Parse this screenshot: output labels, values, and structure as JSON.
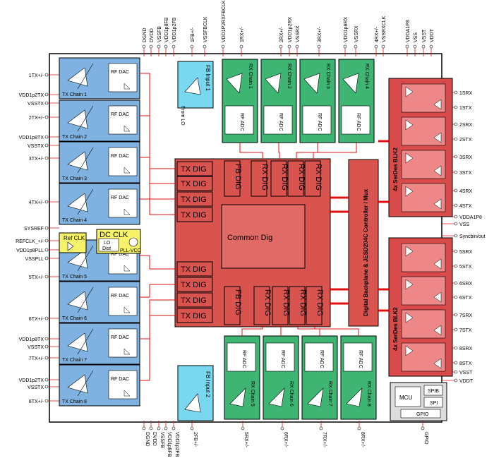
{
  "top_pins": [
    "DGND",
    "DVDD",
    "VSSFB",
    "VDD1p8FB",
    "VDD1p2FB",
    "1FB+/-",
    "VSSFBCLK",
    "VDD1P2RXFBCLK",
    "1RX+/-",
    "2RX+/-",
    "VDD1p2RX",
    "VSSRX",
    "3RX+/-",
    "VDD1p8RX",
    "VSSRX",
    "4RX+/-",
    "VSSRXCLK",
    "VDDA1P8",
    "VSS",
    "VSST",
    "VDDT"
  ],
  "bottom_pins": [
    "DGND",
    "DVDD",
    "VSSFB",
    "VDD1p8FB",
    "VDD1p2FB",
    "2FB+/-",
    "5RX+/-",
    "6RX+/-",
    "7RX+/-",
    "8RX+/-",
    "GPIO"
  ],
  "left_pins": [
    "1TX+/-",
    "VDD1p2TX",
    "VSSTX",
    "2TX+/-",
    "VDD1p8TX",
    "VSSTX",
    "3TX+/-",
    "4TX+/-",
    "SYSREF",
    "REFCLK_+/-",
    "VDD1p8PLL",
    "VSSPLL",
    "5TX+/-",
    "6TX+/-",
    "VDD1p8TX",
    "VSSTX",
    "7TX+/-",
    "VDD1p2TX",
    "VSSTX",
    "8TX+/-"
  ],
  "right_pins": [
    "1SRX",
    "1STX",
    "2SRX",
    "2STX",
    "3SRX",
    "3STX",
    "4SRX",
    "4STX",
    "VDDA1P8",
    "VSS",
    "Syncbin/out",
    "5SRX",
    "5STX",
    "6SRX",
    "6STX",
    "7SRX",
    "7STX",
    "8SRX",
    "8STX",
    "VSST",
    "VDDT"
  ],
  "tx_chains": [
    "TX Chain 1",
    "TX Chain 2",
    "TX Chain 3",
    "TX Chain 4",
    "TX Chain 5",
    "TX Chain 6",
    "TX Chain 7",
    "TX Chain 8"
  ],
  "rf_dac": "RF DAC",
  "rf_adc": "RF ADC",
  "rx_chains_top": [
    "RX Chain 1",
    "RX Chain 2",
    "RX Chain 3",
    "RX Chain 4"
  ],
  "rx_chains_bottom": [
    "RX Chain 5",
    "RX Chain 6",
    "RX Chain 7",
    "RX Chain 8"
  ],
  "fb_inputs": [
    "FB Input 1",
    "FB Input 2"
  ],
  "from_lo": "From LO",
  "ref_clk": "Ref CLK",
  "dc_clk": "DC CLK",
  "lo_dist": "LO\nDist",
  "pll_vco": "PLL-VCO",
  "tx_dig": "TX DIG",
  "rx_dig": "RX DIG",
  "fb_dig": "FB DIG",
  "common_dig": "Common Dig",
  "backplane": "Digital Backplane & JESD204C Controller / Mux",
  "serdes": [
    "4x SerDes BLK2",
    "4x SerDes BLK2"
  ],
  "mcu": "MCU",
  "spib": "SPIB",
  "spi": "SPI",
  "gpio": "GPIO",
  "colors": {
    "tx_blue": "#7fb2e0",
    "rx_green": "#3fb574",
    "dig_red": "#d9534f",
    "serdes_red": "#d94a4a",
    "clk_yellow": "#f6f36a",
    "fb_cyan": "#79d7ef",
    "line_red": "#d11"
  }
}
